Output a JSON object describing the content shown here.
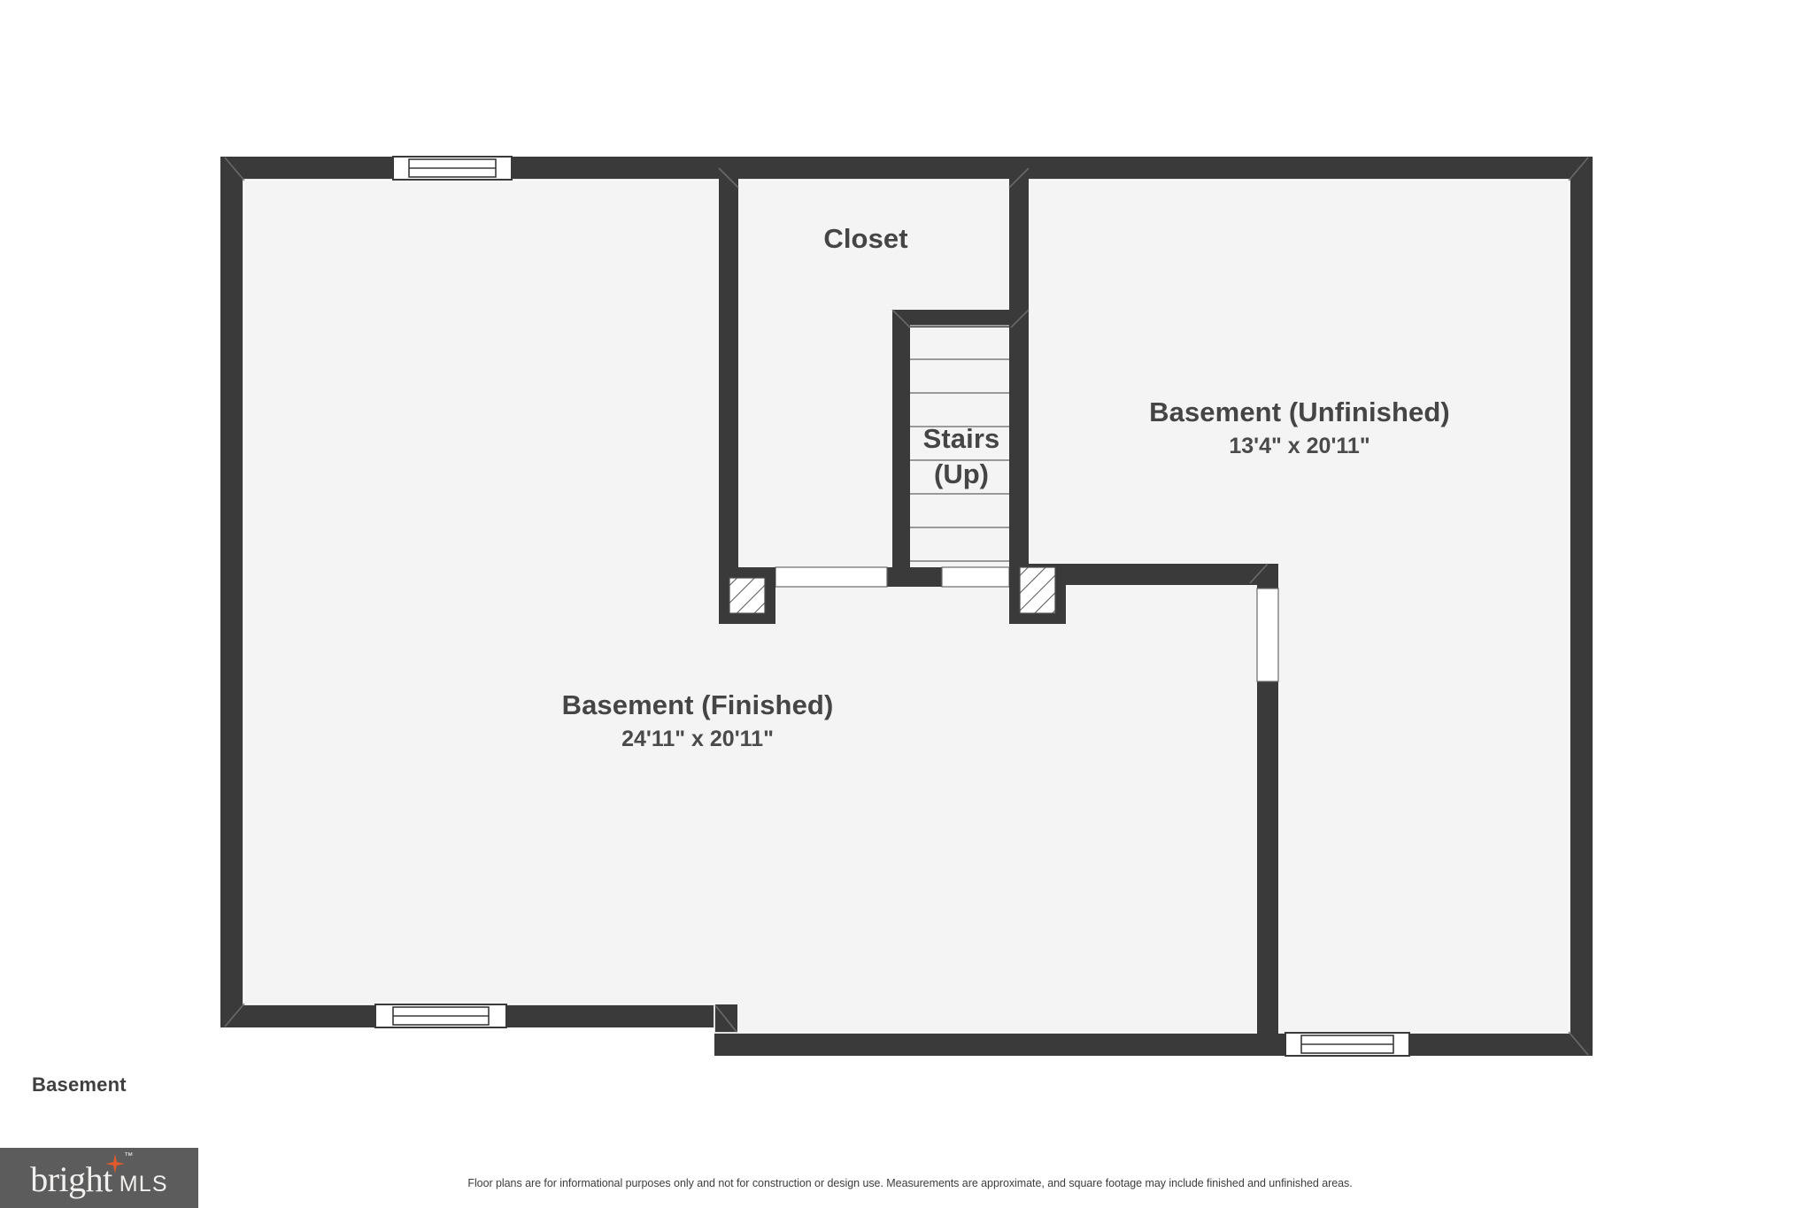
{
  "document": {
    "type": "floor-plan",
    "floor_caption": "Basement",
    "disclaimer": "Floor plans are for informational purposes only and not for construction or design use. Measurements are approximate, and square footage may include finished and unfinished areas."
  },
  "brand": {
    "name": "bright",
    "suffix": "MLS",
    "trademark": "™",
    "background_color": "#5c5c5c",
    "text_color": "#f2f0ee",
    "spark_color": "#e05a2b"
  },
  "colors": {
    "wall": "#3a3a3a",
    "room_fill": "#f4f4f4",
    "opening_fill": "#ffffff",
    "label_text": "#454545",
    "page_background": "#ffffff"
  },
  "rooms": [
    {
      "id": "basement-finished",
      "name": "Basement (Finished)",
      "dimensions": "24'11\" x 20'11\""
    },
    {
      "id": "basement-unfinished",
      "name": "Basement (Unfinished)",
      "dimensions": "13'4\" x 20'11\""
    },
    {
      "id": "closet",
      "name": "Closet",
      "dimensions": ""
    }
  ],
  "stairs": {
    "name": "Stairs",
    "direction": "(Up)",
    "tread_count": 8
  },
  "features": {
    "windows": 3,
    "columns": 2,
    "doorways": 3
  }
}
